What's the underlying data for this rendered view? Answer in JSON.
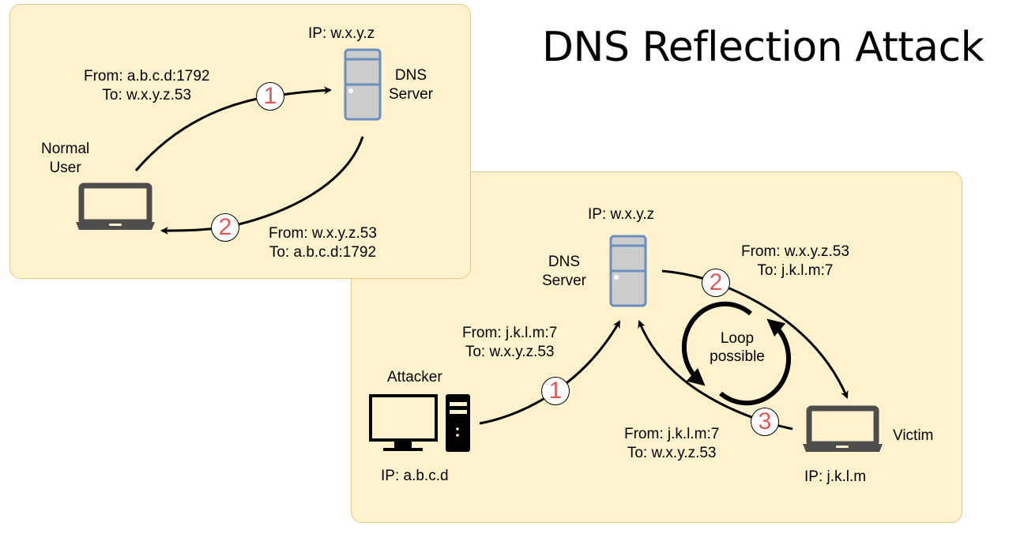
{
  "title": "DNS Reflection Attack",
  "colors": {
    "panel_fill": "#FFF2CC",
    "panel_border": "#E2C98A",
    "server_fill": "#CCCCCC",
    "server_stroke": "#6C8EBF",
    "laptop": "#4D4D4D",
    "badge_number": "#E05858"
  },
  "normal_panel": {
    "user_label": [
      "Normal",
      "User"
    ],
    "server_ip": "IP: w.x.y.z",
    "server_label": [
      "DNS",
      "Server"
    ],
    "request": {
      "step": "1",
      "from": "From: a.b.c.d:1792",
      "to": "To: w.x.y.z.53"
    },
    "response": {
      "step": "2",
      "from": "From: w.x.y.z.53",
      "to": "To: a.b.c.d:1792"
    }
  },
  "attack_panel": {
    "server_ip": "IP: w.x.y.z",
    "server_label": [
      "DNS",
      "Server"
    ],
    "attacker_label": "Attacker",
    "attacker_ip": "IP: a.b.c.d",
    "victim_label": "Victim",
    "victim_ip": "IP: j.k.l.m",
    "step1": {
      "step": "1",
      "from": "From: j.k.l.m:7",
      "to": "To: w.x.y.z.53"
    },
    "step2": {
      "step": "2",
      "from": "From: w.x.y.z.53",
      "to": "To: j.k.l.m:7"
    },
    "step3": {
      "step": "3",
      "from": "From: j.k.l.m:7",
      "to": "To: w.x.y.z.53"
    },
    "loop_label": [
      "Loop",
      "possible"
    ]
  }
}
